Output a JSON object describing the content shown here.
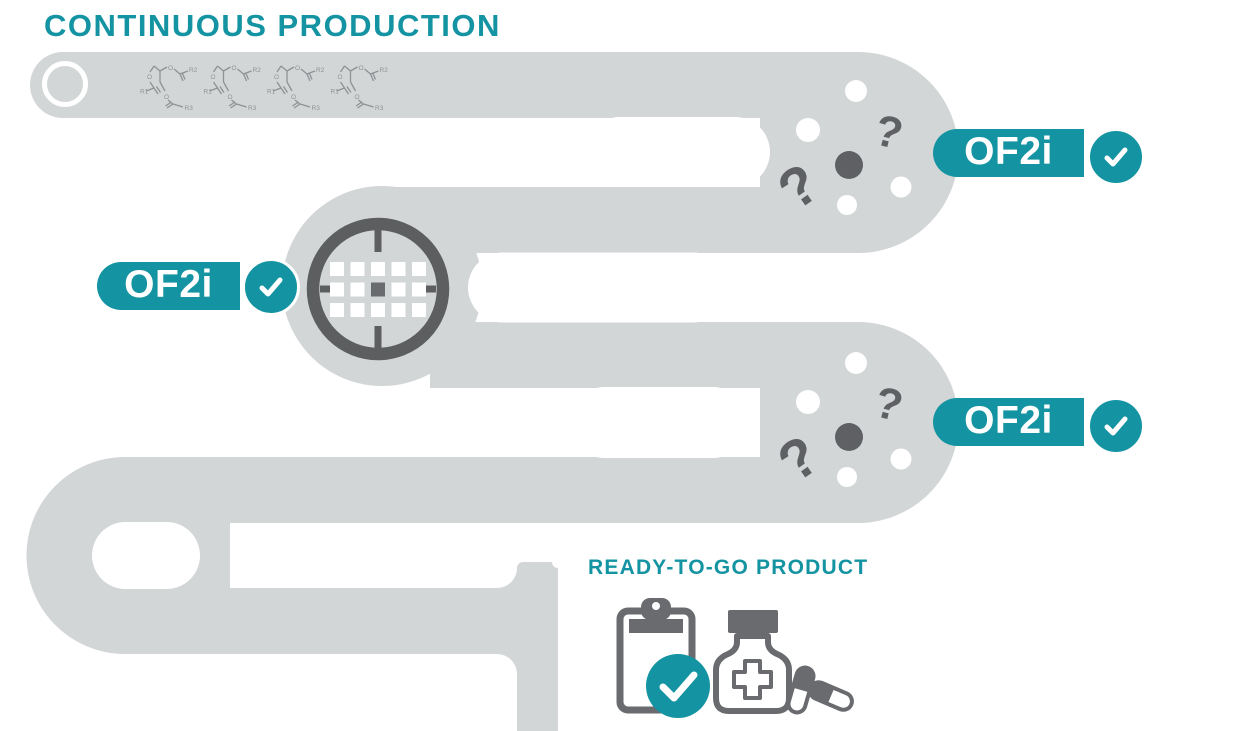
{
  "colors": {
    "teal": "#1494a2",
    "path_gray": "#d3d6d7",
    "dark_gray": "#5f6063",
    "icon_gray": "#6a6b6e",
    "white": "#ffffff"
  },
  "header": {
    "title": "CONTINUOUS PRODUCTION"
  },
  "product": {
    "title": "READY-TO-GO PRODUCT"
  },
  "process": {
    "badges": [
      {
        "label": "OF2i",
        "checked": true,
        "position": "top-right"
      },
      {
        "label": "OF2i",
        "checked": true,
        "position": "middle-left"
      },
      {
        "label": "OF2i",
        "checked": true,
        "position": "bottom-right"
      }
    ],
    "particles": {
      "question_mark": "?"
    },
    "molecule": {
      "count": 4,
      "atom_label": "O",
      "r_labels": [
        "R1",
        "R2",
        "R3"
      ]
    }
  }
}
